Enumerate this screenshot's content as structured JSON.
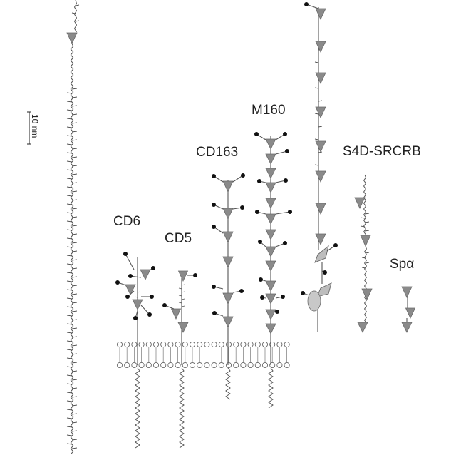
{
  "labels": {
    "cd6": "CD6",
    "cd5": "CD5",
    "cd163": "CD163",
    "m160": "M160",
    "s4d": "S4D-SRCRB",
    "spa": "Spα"
  },
  "scale_bar": {
    "label": "10 nm"
  },
  "colors": {
    "domain_fill": "#8a8a8a",
    "line": "#555555",
    "bead": "#111111",
    "ellipse_fill": "#c8c8c8"
  }
}
